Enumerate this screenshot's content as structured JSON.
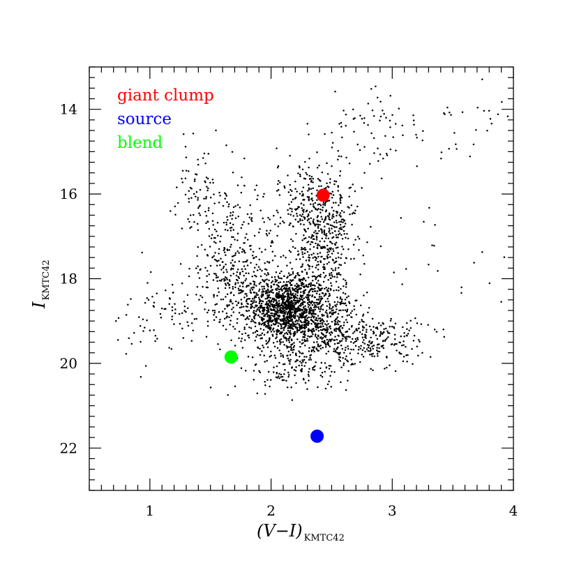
{
  "chart_data": {
    "type": "scatter",
    "xlabel": "(V−I)",
    "xlabel_subscript": "KMTC42",
    "ylabel": "I",
    "ylabel_subscript": "KMTC42",
    "xlim": [
      0.5,
      4.0
    ],
    "ylim": [
      23.0,
      13.0
    ],
    "y_inverted": true,
    "xticks": [
      1,
      2,
      3,
      4
    ],
    "yticks": [
      14,
      16,
      18,
      20,
      22
    ],
    "grid": false,
    "legend_placement": "top-left",
    "series": [
      {
        "name": "giant clump",
        "color": "#ff0000",
        "points": [
          [
            2.43,
            16.03
          ]
        ]
      },
      {
        "name": "source",
        "color": "#0000ff",
        "points": [
          [
            2.38,
            21.72
          ]
        ]
      },
      {
        "name": "blend",
        "color": "#00ff00",
        "points": [
          [
            1.67,
            19.85
          ]
        ]
      }
    ],
    "field_stars": {
      "color": "#000000",
      "clusters": [
        {
          "center": [
            2.12,
            18.65
          ],
          "sigma": [
            0.17,
            0.38
          ],
          "count": 1100
        },
        {
          "center": [
            2.3,
            19.05
          ],
          "sigma": [
            0.24,
            0.42
          ],
          "count": 500
        },
        {
          "center": [
            2.42,
            17.3
          ],
          "sigma": [
            0.13,
            0.8
          ],
          "count": 380
        },
        {
          "center": [
            1.68,
            17.6
          ],
          "sigma": [
            0.17,
            0.9
          ],
          "count": 350
        },
        {
          "center": [
            2.75,
            19.5
          ],
          "sigma": [
            0.28,
            0.28
          ],
          "count": 280
        },
        {
          "center": [
            2.35,
            16.2
          ],
          "sigma": [
            0.18,
            0.55
          ],
          "count": 250
        },
        {
          "center": [
            1.4,
            15.8
          ],
          "sigma": [
            0.1,
            0.5
          ],
          "count": 60
        },
        {
          "center": [
            1.35,
            18.8
          ],
          "sigma": [
            0.28,
            0.45
          ],
          "count": 80
        },
        {
          "center": [
            2.9,
            14.4
          ],
          "sigma": [
            0.28,
            0.45
          ],
          "count": 70
        },
        {
          "center": [
            3.7,
            14.5
          ],
          "sigma": [
            0.2,
            0.5
          ],
          "count": 25
        },
        {
          "center": [
            2.2,
            20.2
          ],
          "sigma": [
            0.22,
            0.3
          ],
          "count": 140
        },
        {
          "center": [
            1.0,
            19.0
          ],
          "sigma": [
            0.2,
            0.6
          ],
          "count": 30
        },
        {
          "center": [
            3.5,
            18.0
          ],
          "sigma": [
            0.3,
            0.7
          ],
          "count": 20
        }
      ]
    }
  }
}
